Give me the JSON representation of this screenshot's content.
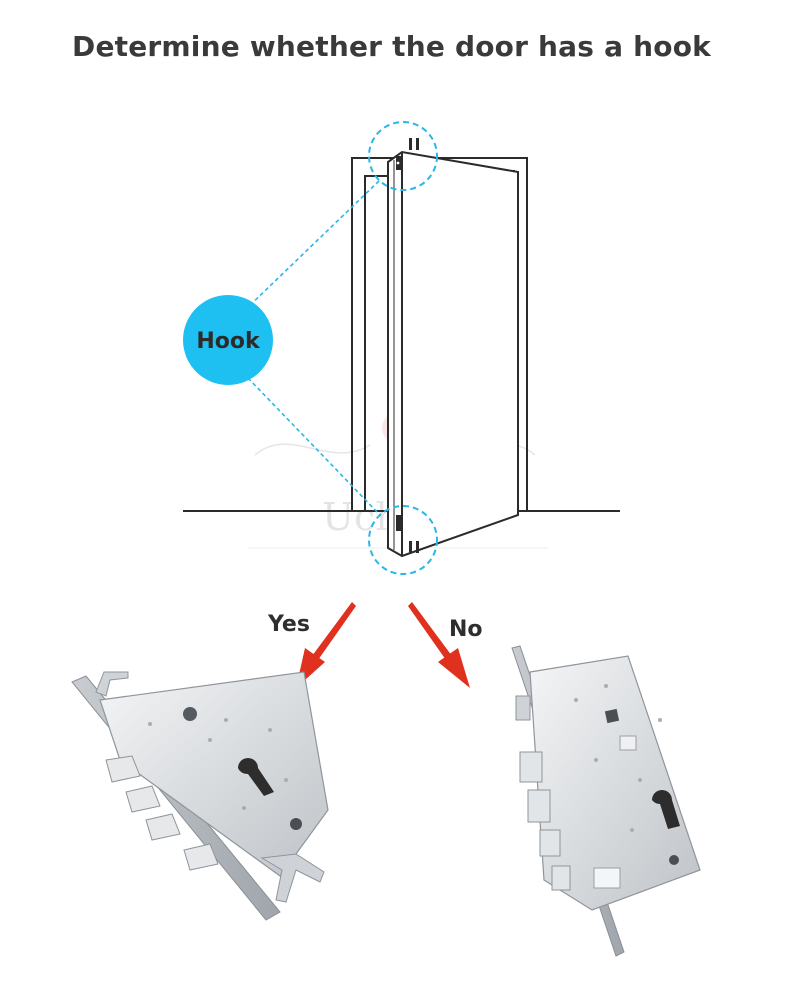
{
  "title": "Determine whether the door has a hook",
  "hook_label": "Hook",
  "yes_label": "Yes",
  "no_label": "No",
  "watermark_text": "Uchris",
  "colors": {
    "hook_bubble": "#1ec0f2",
    "callout_line": "#29b6e8",
    "arrow": "#e0301e",
    "line_art": "#2b2b2b",
    "title_text": "#3a3a3a"
  }
}
